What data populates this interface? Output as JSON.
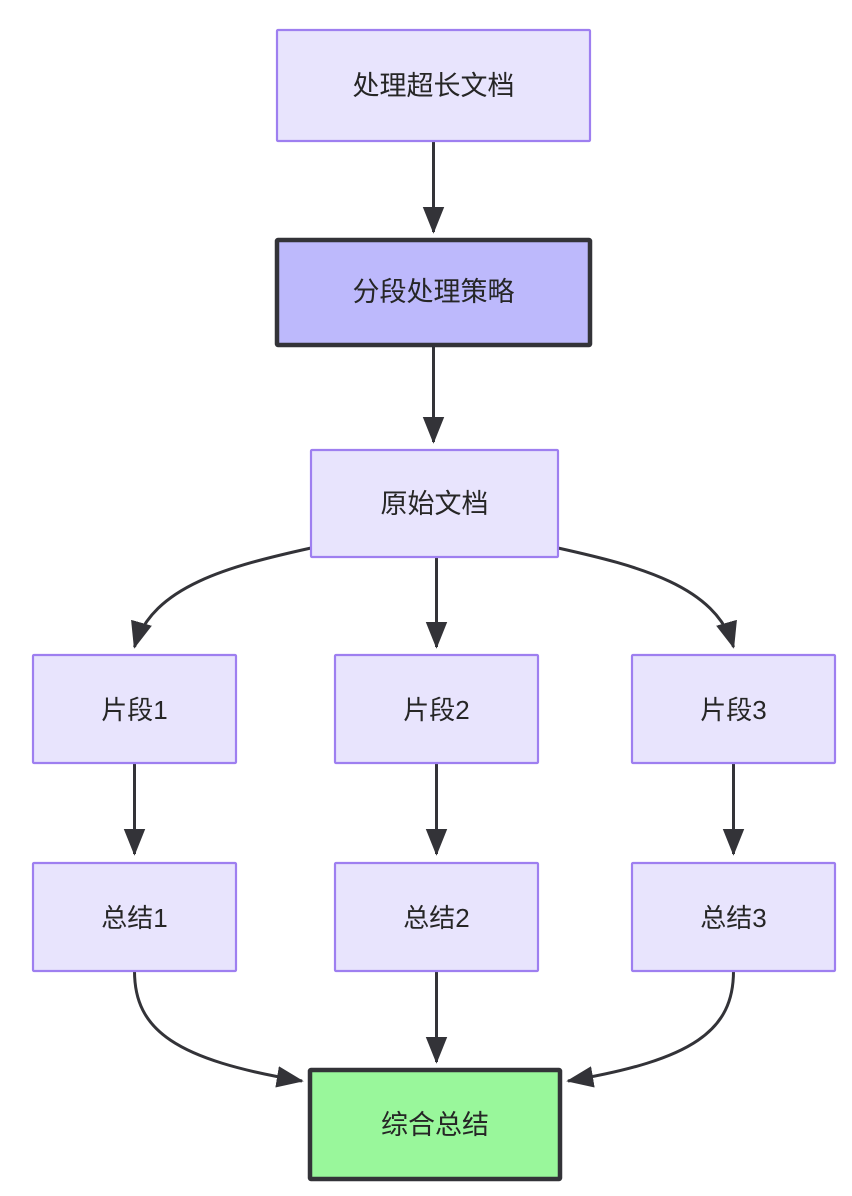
{
  "diagram": {
    "type": "flowchart",
    "direction": "top-down",
    "background_color": "#ffffff",
    "colors": {
      "node_light_fill": "#e8e4fd",
      "node_light_stroke": "#9e7ff0",
      "node_highlight_fill": "#bdb9fc",
      "node_highlight_stroke": "#333338",
      "node_result_fill": "#99f79b",
      "node_result_stroke": "#333338",
      "edge_stroke": "#333338",
      "label_text": "#262626"
    },
    "nodes": [
      {
        "id": "n1",
        "label": "处理超长文档",
        "style": "light"
      },
      {
        "id": "n2",
        "label": "分段处理策略",
        "style": "highlight"
      },
      {
        "id": "n3",
        "label": "原始文档",
        "style": "light"
      },
      {
        "id": "n4",
        "label": "片段1",
        "style": "light"
      },
      {
        "id": "n5",
        "label": "片段2",
        "style": "light"
      },
      {
        "id": "n6",
        "label": "片段3",
        "style": "light"
      },
      {
        "id": "n7",
        "label": "总结1",
        "style": "light"
      },
      {
        "id": "n8",
        "label": "总结2",
        "style": "light"
      },
      {
        "id": "n9",
        "label": "总结3",
        "style": "light"
      },
      {
        "id": "n10",
        "label": "综合总结",
        "style": "result"
      }
    ],
    "edges": [
      {
        "from": "n1",
        "to": "n2",
        "label": ""
      },
      {
        "from": "n2",
        "to": "n3",
        "label": ""
      },
      {
        "from": "n3",
        "to": "n4",
        "label": ""
      },
      {
        "from": "n3",
        "to": "n5",
        "label": ""
      },
      {
        "from": "n3",
        "to": "n6",
        "label": ""
      },
      {
        "from": "n4",
        "to": "n7",
        "label": ""
      },
      {
        "from": "n5",
        "to": "n8",
        "label": ""
      },
      {
        "from": "n6",
        "to": "n9",
        "label": ""
      },
      {
        "from": "n7",
        "to": "n10",
        "label": ""
      },
      {
        "from": "n8",
        "to": "n10",
        "label": ""
      },
      {
        "from": "n9",
        "to": "n10",
        "label": ""
      }
    ]
  }
}
